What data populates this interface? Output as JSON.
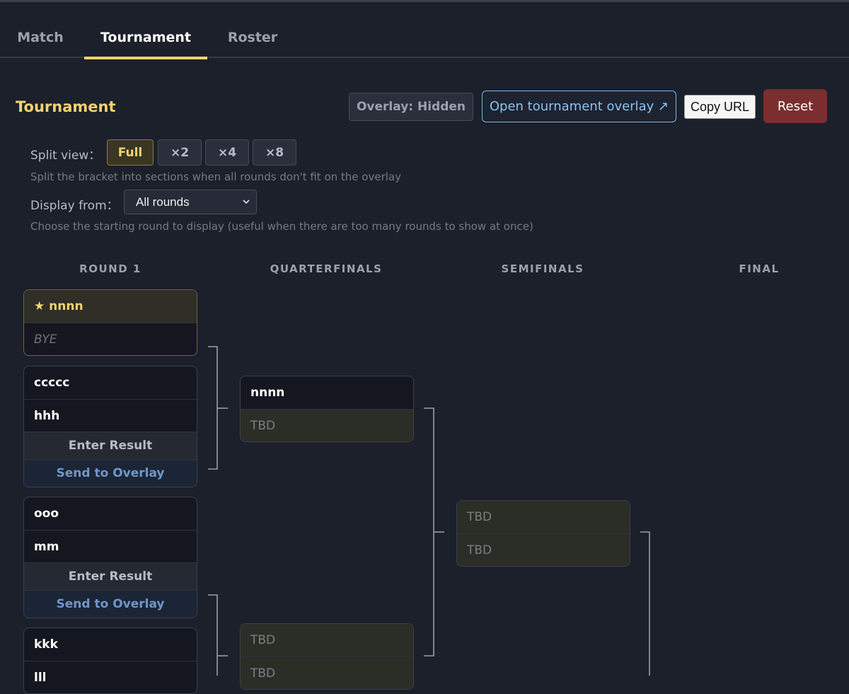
{
  "tabs": [
    "Match",
    "Tournament",
    "Roster"
  ],
  "active_tab": "Tournament",
  "section": {
    "title": "Tournament",
    "overlay_state": "Overlay: Hidden",
    "open_overlay": "Open tournament overlay ↗",
    "copy_url": "Copy URL",
    "reset": "Reset"
  },
  "split_view": {
    "label": "Split view：",
    "options": [
      "Full",
      "×2",
      "×4",
      "×8"
    ],
    "selected": "Full",
    "hint": "Split the bracket into sections when all rounds don't fit on the overlay"
  },
  "display_from": {
    "label": "Display from：",
    "selected": "All rounds",
    "hint": "Choose the starting round to display (useful when there are too many rounds to show at once)"
  },
  "bracket": {
    "rounds": [
      "ROUND 1",
      "QUARTERFINALS",
      "SEMIFINALS",
      "FINAL"
    ],
    "enter_result": "Enter Result",
    "send_to_overlay": "Send to Overlay",
    "round1": [
      {
        "p1": "★ nnnn",
        "p2": "BYE"
      },
      {
        "p1": "ccccc",
        "p2": "hhh"
      },
      {
        "p1": "ooo",
        "p2": "mm"
      },
      {
        "p1": "kkk",
        "p2": "lll"
      }
    ],
    "quarterfinals": [
      {
        "p1": "nnnn",
        "p2": "TBD"
      },
      {
        "p1": "TBD",
        "p2": "TBD"
      }
    ],
    "semifinals": [
      {
        "p1": "TBD",
        "p2": "TBD"
      }
    ]
  },
  "colors": {
    "background": "#1c202b",
    "accent": "#f2d371",
    "link": "#8ec2ef",
    "danger": "#7a2e2e"
  }
}
